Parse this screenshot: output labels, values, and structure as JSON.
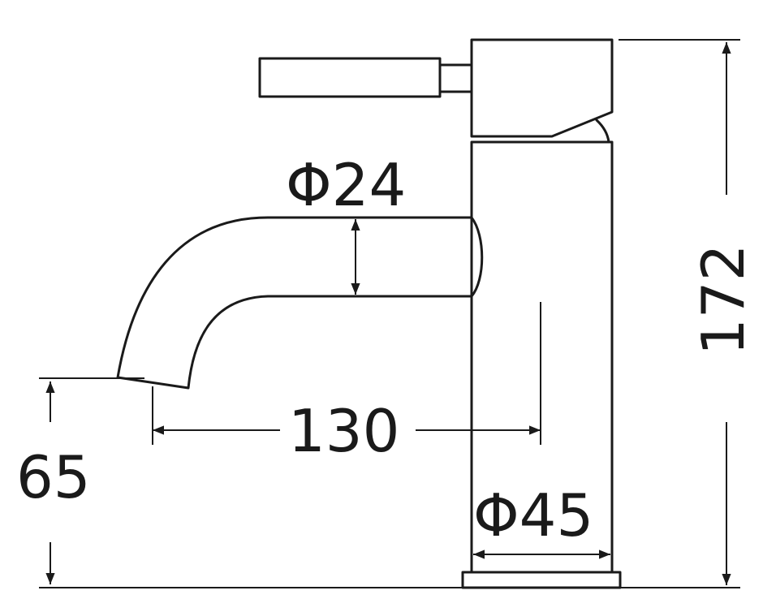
{
  "diagram": {
    "subject": "faucet",
    "dimensions": {
      "pipe_diameter": "Φ24",
      "spout_reach": "130",
      "spout_height": "65",
      "base_diameter": "Φ45",
      "total_height": "172"
    },
    "colors": {
      "line": "#1a1a1a",
      "background": "#ffffff"
    }
  }
}
